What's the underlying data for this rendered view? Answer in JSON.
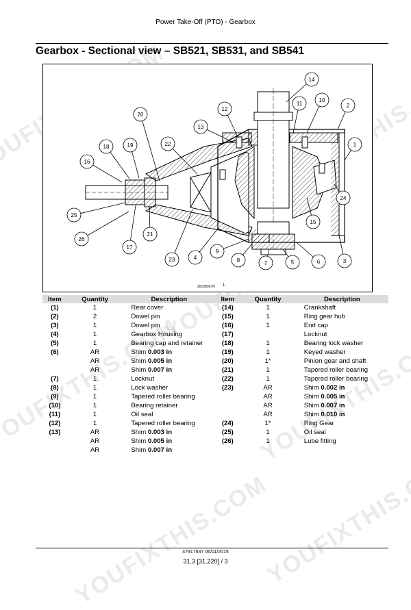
{
  "header": {
    "text": "Power Take-Off (PTO) - Gearbox"
  },
  "title": "Gearbox - Sectional view – SB521, SB531, and SB541",
  "figure": {
    "ref": "20108367N",
    "ref_number": "1",
    "callouts": [
      "1",
      "2",
      "3",
      "4",
      "5",
      "6",
      "7",
      "8",
      "9",
      "10",
      "11",
      "12",
      "13",
      "14",
      "15",
      "16",
      "17",
      "18",
      "19",
      "20",
      "21",
      "22",
      "23",
      "24",
      "25",
      "26"
    ]
  },
  "table": {
    "headers": [
      "Item",
      "Quantity",
      "Description",
      "Item",
      "Quantity",
      "Description"
    ],
    "left": [
      {
        "item": "(1)",
        "qty": "1",
        "desc": "Rear cover",
        "bold": ""
      },
      {
        "item": "(2)",
        "qty": "2",
        "desc": "Dowel pin",
        "bold": ""
      },
      {
        "item": "(3)",
        "qty": "1",
        "desc": "Dowel pin",
        "bold": ""
      },
      {
        "item": "(4)",
        "qty": "1",
        "desc": "Gearbox Housing",
        "bold": ""
      },
      {
        "item": "(5)",
        "qty": "1",
        "desc": "Bearing cap and retainer",
        "bold": ""
      },
      {
        "item": "(6)",
        "qty": "AR",
        "desc": "Shim ",
        "bold": "0.003 in"
      },
      {
        "item": "",
        "qty": "AR",
        "desc": "Shim ",
        "bold": "0.005 in"
      },
      {
        "item": "",
        "qty": "AR",
        "desc": "Shim ",
        "bold": "0.007 in"
      },
      {
        "item": "(7)",
        "qty": "1",
        "desc": "Locknut",
        "bold": ""
      },
      {
        "item": "(8)",
        "qty": "1",
        "desc": "Lock washer",
        "bold": ""
      },
      {
        "item": "(9)",
        "qty": "1",
        "desc": "Tapered roller bearing",
        "bold": ""
      },
      {
        "item": "(10)",
        "qty": "1",
        "desc": "Bearing retainer",
        "bold": ""
      },
      {
        "item": "(11)",
        "qty": "1",
        "desc": "Oil seal",
        "bold": ""
      },
      {
        "item": "(12)",
        "qty": "1",
        "desc": "Tapered roller bearing",
        "bold": ""
      },
      {
        "item": "(13)",
        "qty": "AR",
        "desc": "Shim ",
        "bold": "0.003 in"
      },
      {
        "item": "",
        "qty": "AR",
        "desc": "Shim ",
        "bold": "0.005 in"
      },
      {
        "item": "",
        "qty": "AR",
        "desc": "Shim ",
        "bold": "0.007 in"
      }
    ],
    "right": [
      {
        "item": "(14)",
        "qty": "1",
        "desc": "Crankshaft",
        "bold": ""
      },
      {
        "item": "(15)",
        "qty": "1",
        "desc": "Ring gear hub",
        "bold": ""
      },
      {
        "item": "(16)",
        "qty": "1",
        "desc": "End cap",
        "bold": ""
      },
      {
        "item": "(17)",
        "qty": "",
        "desc": "Locknut",
        "bold": ""
      },
      {
        "item": "(18)",
        "qty": "1",
        "desc": "Bearing lock washer",
        "bold": ""
      },
      {
        "item": "(19)",
        "qty": "1",
        "desc": "Keyed washer",
        "bold": ""
      },
      {
        "item": "(20)",
        "qty": "1*",
        "desc": "Pinion gear and shaft",
        "bold": ""
      },
      {
        "item": "(21)",
        "qty": "1",
        "desc": "Tapered roller bearing",
        "bold": ""
      },
      {
        "item": "(22)",
        "qty": "1",
        "desc": "Tapered roller bearing",
        "bold": ""
      },
      {
        "item": "(23)",
        "qty": "AR",
        "desc": "Shim ",
        "bold": "0.002 in"
      },
      {
        "item": "",
        "qty": "AR",
        "desc": "Shim ",
        "bold": "0.005 in"
      },
      {
        "item": "",
        "qty": "AR",
        "desc": "Shim ",
        "bold": "0.007 in"
      },
      {
        "item": "",
        "qty": "AR",
        "desc": "Shim ",
        "bold": "0.010 in"
      },
      {
        "item": "(24)",
        "qty": "1*",
        "desc": "Ring Gear",
        "bold": ""
      },
      {
        "item": "(25)",
        "qty": "1",
        "desc": "Oil seal",
        "bold": ""
      },
      {
        "item": "(26)",
        "qty": "1",
        "desc": "Lube fitting",
        "bold": ""
      },
      {
        "item": "",
        "qty": "",
        "desc": "",
        "bold": ""
      }
    ]
  },
  "footer": {
    "doc": "47917637 06/11/2015",
    "page": "31.3 [31.220] / 3"
  },
  "watermark": "YOUFIXTHIS.COM"
}
